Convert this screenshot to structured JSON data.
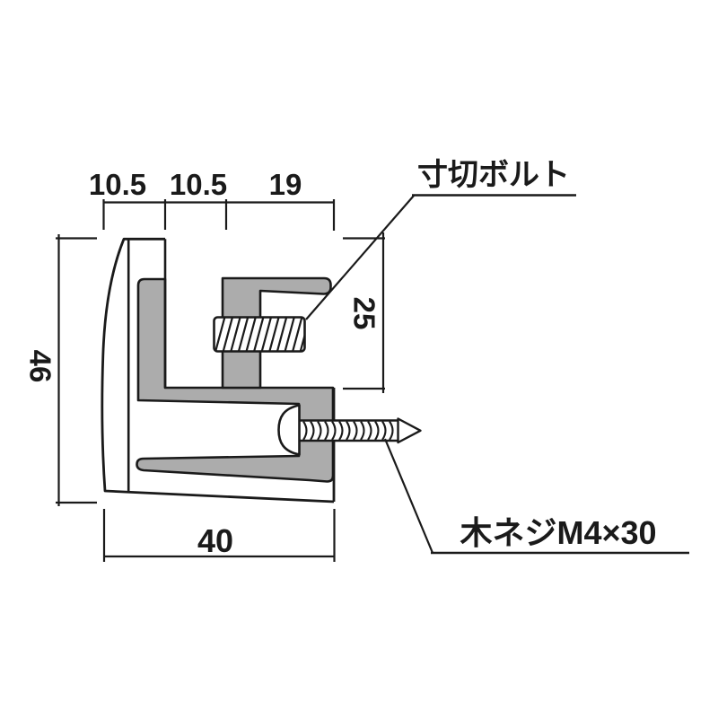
{
  "drawing": {
    "type": "technical-cross-section",
    "labels": {
      "threaded_rod": "寸切ボルト",
      "wood_screw": "木ネジM4×30"
    },
    "dimensions": {
      "top": [
        "10.5",
        "10.5",
        "19"
      ],
      "left_height": "46",
      "right_depth": "25",
      "bottom_width": "40"
    },
    "colors": {
      "line": "#1a1a1a",
      "section_fill": "#ACACAC",
      "background": "#ffffff"
    }
  }
}
